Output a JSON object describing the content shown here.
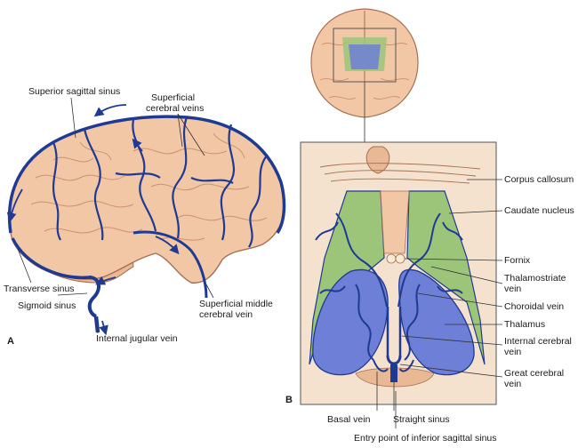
{
  "panels": {
    "a": "A",
    "b": "B"
  },
  "labels_a": {
    "superior_sagittal_sinus": "Superior sagittal sinus",
    "superficial_cerebral_veins_1": "Superficial",
    "superficial_cerebral_veins_2": "cerebral veins",
    "transverse_sinus": "Transverse sinus",
    "sigmoid_sinus": "Sigmoid sinus",
    "internal_jugular_vein": "Internal jugular vein",
    "superficial_middle_1": "Superficial middle",
    "superficial_middle_2": "cerebral vein"
  },
  "labels_b": {
    "corpus_callosum": "Corpus callosum",
    "caudate_nucleus": "Caudate nucleus",
    "fornix": "Fornix",
    "thalamostriate_1": "Thalamostriate",
    "thalamostriate_2": "vein",
    "choroidal_vein": "Choroidal vein",
    "thalamus": "Thalamus",
    "internal_cerebral_1": "Internal cerebral",
    "internal_cerebral_2": "vein",
    "great_cerebral_1": "Great cerebral",
    "great_cerebral_2": "vein",
    "basal_vein": "Basal vein",
    "straight_sinus": "Straight sinus",
    "entry_point": "Entry point of inferior sagittal sinus"
  },
  "colors": {
    "vein": "#1f3a93",
    "brain_tissue": "#f1c7a6",
    "caudate": "#9cc57a",
    "thalamus": "#6d7fd6",
    "panel_bg": "#f4e2cf"
  }
}
